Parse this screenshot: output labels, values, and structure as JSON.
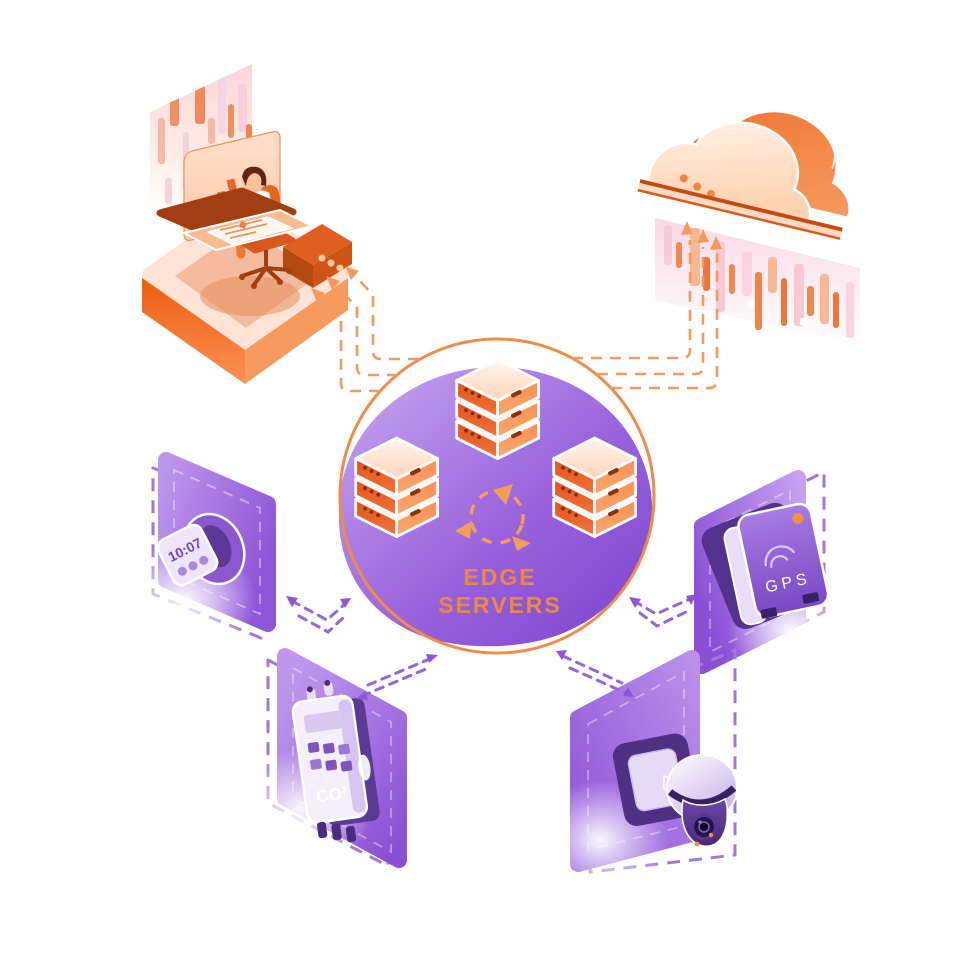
{
  "hub": {
    "label_line1": "EDGE",
    "label_line2": "SERVERS",
    "server_stack_count": 3,
    "icons": [
      "server-stack",
      "server-stack",
      "server-stack",
      "sync-arrows"
    ]
  },
  "nodes": {
    "workstation": {
      "icon": "person-at-laptop-on-platform"
    },
    "cloud": {
      "icon": "isometric-cloud-with-data-stream"
    },
    "smartwatch": {
      "icon": "smartwatch",
      "time": "10:07"
    },
    "gps": {
      "icon": "gps-tracker",
      "label": "GPS"
    },
    "co2": {
      "icon": "co2-sensor",
      "label": "CO²"
    },
    "camera": {
      "icon": "security-camera"
    }
  },
  "connectors": {
    "hub_to_workstation": {
      "style": "dashed",
      "lines": 3,
      "color": "#F49A5E",
      "direction": "hub-to-workstation"
    },
    "hub_to_cloud": {
      "style": "dashed",
      "lines": 3,
      "color": "#F49A5E",
      "direction": "hub-to-cloud"
    },
    "hub_smartwatch": {
      "style": "dashed",
      "color": "#9565DC",
      "direction": "bidirectional"
    },
    "hub_gps": {
      "style": "dashed",
      "color": "#9565DC",
      "direction": "bidirectional"
    },
    "hub_co2": {
      "style": "dashed",
      "color": "#9565DC",
      "direction": "bidirectional"
    },
    "hub_camera": {
      "style": "dashed",
      "color": "#9565DC",
      "direction": "bidirectional"
    }
  },
  "colors": {
    "background": "#FFFFFF",
    "hub_ring": "#EF8C49",
    "hub_text": "#E98A41",
    "hub_fill_light": "#C7A9F0",
    "hub_fill_deep": "#7C43CE",
    "orange": "#EE7A3C",
    "orange_deep": "#E2591C",
    "peach": "#FFD9BF",
    "pink": "#F9CFDD",
    "purple": "#8A50D6",
    "purple_light": "#C2A0EE",
    "purple_deep": "#5C3794",
    "arrow_orange": "#F49A5E",
    "arrow_purple": "#9565DC"
  }
}
